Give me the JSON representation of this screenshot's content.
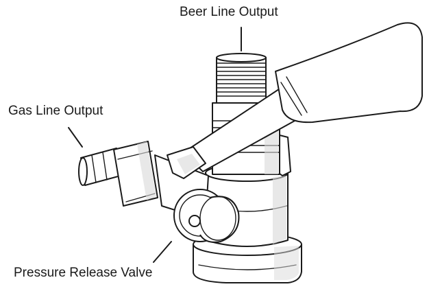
{
  "labels": {
    "beer_line_output": "Beer Line Output",
    "gas_line_output": "Gas Line Output",
    "pressure_release_valve": "Pressure Release Valve"
  },
  "colors": {
    "line": "#1a1a1a",
    "background": "#ffffff",
    "shade": "#d9d9d9"
  }
}
